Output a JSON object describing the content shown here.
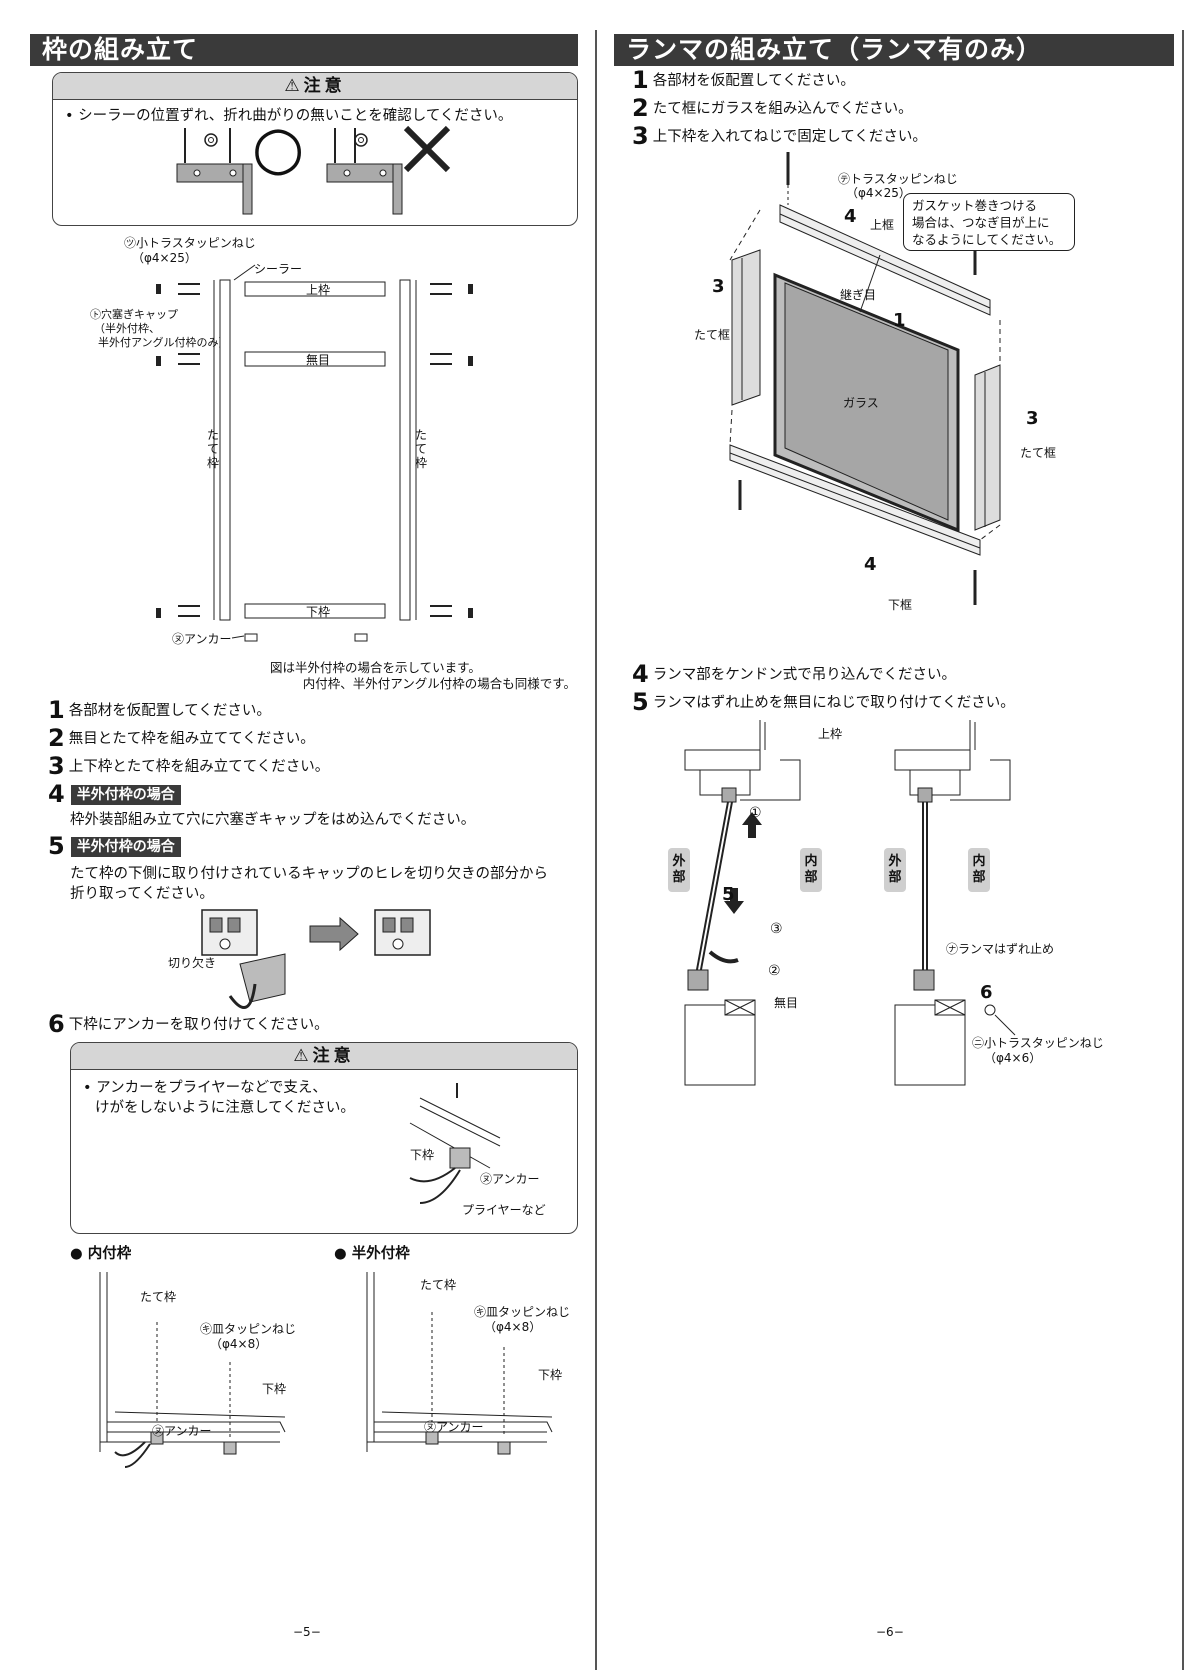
{
  "left": {
    "title": "枠の組み立て",
    "caution1": {
      "head": "⚠注意",
      "text": "• シーラーの位置ずれ、折れ曲がりの無いことを確認してください。",
      "ok_mark": "○",
      "ng_mark": "×"
    },
    "diagram": {
      "screw_label": "㋡小トラスタッピンねじ",
      "screw_size": "（φ4×25）",
      "sealer": "シーラー",
      "top_frame": "上枠",
      "mullion": "無目",
      "bottom_frame": "下枠",
      "cap_label": "㋣穴塞ぎキャップ",
      "cap_note1": "（半外付枠、",
      "cap_note2": "半外付アングル付枠のみ）",
      "vertical_frame": "たて枠",
      "anchor": "㋦アンカー",
      "note1": "図は半外付枠の場合を示しています。",
      "note2": "内付枠、半外付アングル付枠の場合も同様です。"
    },
    "steps": [
      {
        "num": "1",
        "text": "各部材を仮配置してください。"
      },
      {
        "num": "2",
        "text": "無目とたて枠を組み立ててください。"
      },
      {
        "num": "3",
        "text": "上下枠とたて枠を組み立ててください。"
      },
      {
        "num": "4",
        "tag": "半外付枠の場合",
        "text": "枠外装部組み立て穴に穴塞ぎキャップをはめ込んでください。"
      },
      {
        "num": "5",
        "tag": "半外付枠の場合",
        "text": "たて枠の下側に取り付けされているキャップのヒレを切り欠きの部分から",
        "text2": "折り取ってください。"
      },
      {
        "num": "6",
        "text": "下枠にアンカーを取り付けてください。"
      }
    ],
    "notch_label": "切り欠き",
    "caution2": {
      "head": "⚠注意",
      "text1": "• アンカーをプライヤーなどで支え、",
      "text2": "けがをしないように注意してください。",
      "bottom_frame": "下枠",
      "anchor": "㋦アンカー",
      "pliers": "プライヤーなど"
    },
    "inner": {
      "title": "● 内付枠",
      "vertical_frame": "たて枠",
      "screw": "㋖皿タッピンねじ",
      "screw_size": "（φ4×8）",
      "bottom_frame": "下枠",
      "anchor": "㋦アンカー"
    },
    "semi": {
      "title": "● 半外付枠",
      "vertical_frame": "たて枠",
      "screw": "㋖皿タッピンねじ",
      "screw_size": "（φ4×8）",
      "bottom_frame": "下枠",
      "anchor": "㋦アンカー"
    },
    "page": "−5−"
  },
  "right": {
    "title": "ランマの組み立て（ランマ有のみ）",
    "steps_top": [
      {
        "num": "1",
        "text": "各部材を仮配置してください。"
      },
      {
        "num": "2",
        "text": "たて框にガラスを組み込んでください。"
      },
      {
        "num": "3",
        "text": "上下枠を入れてねじで固定してください。"
      }
    ],
    "diagram": {
      "screw": "㋢トラスタッピンねじ",
      "screw_size": "（φ4×25）",
      "callout1": "ガスケット巻きつける",
      "callout2": "場合は、つなぎ目が上に",
      "callout3": "なるようにしてください。",
      "top_frame": "上框",
      "joint": "継ぎ目",
      "vertical_frame": "たて框",
      "glass": "ガラス",
      "bottom_frame": "下框",
      "n1": "1",
      "n3": "3",
      "n4": "4"
    },
    "steps_bottom": [
      {
        "num": "4",
        "text": "ランマ部をケンドン式で吊り込んでください。"
      },
      {
        "num": "5",
        "text": "ランマはずれ止めを無目にねじで取り付けてください。"
      }
    ],
    "section": {
      "top_frame": "上枠",
      "outside": "外部",
      "inside": "内部",
      "mullion": "無目",
      "c1": "①",
      "c2": "②",
      "c3": "③",
      "n5": "5",
      "n6": "6",
      "stopper": "㋤ランマはずれ止め",
      "screw": "㋥小トラスタッピンねじ",
      "screw_size": "（φ4×6）"
    },
    "page": "−6−"
  }
}
